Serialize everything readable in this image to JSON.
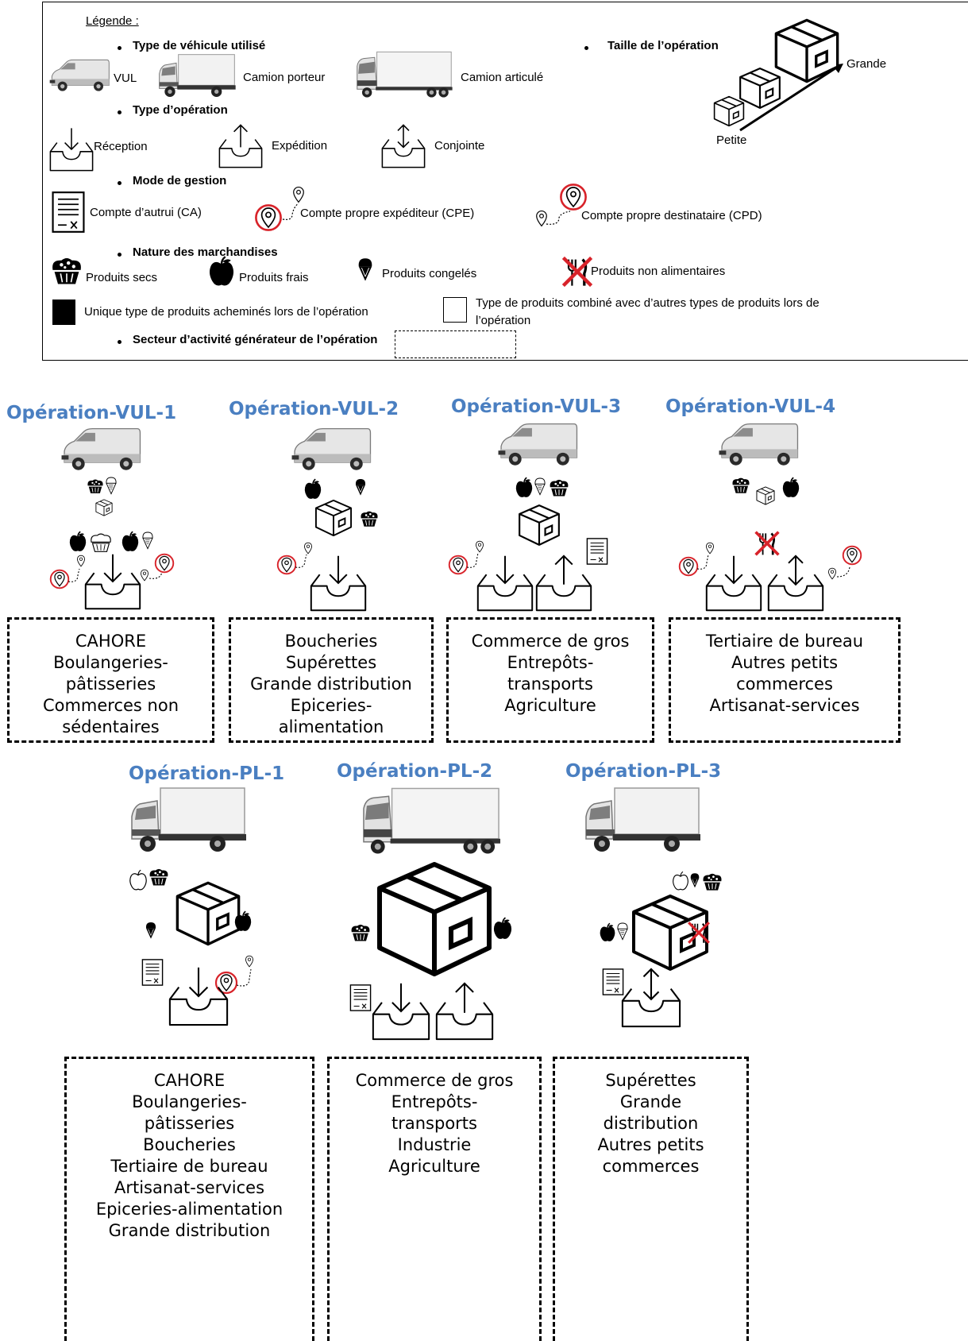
{
  "legend": {
    "title": "Légende :",
    "vehicle_type": {
      "heading": "Type de véhicule utilisé",
      "items": [
        "VUL",
        "Camion porteur",
        "Camion articulé"
      ]
    },
    "operation_size": {
      "heading": "Taille de l’opération",
      "large": "Grande",
      "small": "Petite"
    },
    "operation_type": {
      "heading": "Type d’opération",
      "items": [
        "Réception",
        "Expédition",
        "Conjointe"
      ]
    },
    "management_mode": {
      "heading": "Mode de gestion",
      "items": [
        "Compte d’autrui (CA)",
        "Compte propre expéditeur (CPE)",
        "Compte propre destinataire (CPD)"
      ]
    },
    "goods_nature": {
      "heading": "Nature des marchandises",
      "items": [
        "Produits secs",
        "Produits frais",
        "Produits congelés",
        "Produits non alimentaires"
      ],
      "unique_label": "Unique type de produits acheminés lors de l’opération",
      "combined_label_1": "Type de produits combiné avec d’autres types de produits lors de",
      "combined_label_2": "l’opération"
    },
    "sector": {
      "heading": "Secteur d’activité générateur de l’opération"
    }
  },
  "operations": [
    {
      "title": "Opération-VUL-1",
      "sectors": [
        "CAHORE",
        "Boulangeries-",
        "pâtisseries",
        "Commerces non",
        "sédentaires"
      ]
    },
    {
      "title": "Opération-VUL-2",
      "sectors": [
        "Boucheries",
        "Supérettes",
        "Grande distribution",
        "Epiceries-",
        "alimentation"
      ]
    },
    {
      "title": "Opération-VUL-3",
      "sectors": [
        "Commerce de gros",
        "Entrepôts-",
        "transports",
        "Agriculture"
      ]
    },
    {
      "title": "Opération-VUL-4",
      "sectors": [
        "Tertiaire de bureau",
        "Autres petits",
        "commerces",
        "Artisanat-services"
      ]
    },
    {
      "title": "Opération-PL-1",
      "sectors": [
        "CAHORE",
        "Boulangeries-",
        "pâtisseries",
        "Boucheries",
        "Tertiaire de bureau",
        "Artisanat-services",
        "Epiceries-alimentation",
        "Grande distribution"
      ]
    },
    {
      "title": "Opération-PL-2",
      "sectors": [
        "Commerce de gros",
        "Entrepôts-",
        "transports",
        "Industrie",
        "Agriculture"
      ]
    },
    {
      "title": "Opération-PL-3",
      "sectors": [
        "Supérettes",
        "Grande",
        "distribution",
        "Autres petits",
        "commerces"
      ]
    }
  ],
  "colors": {
    "title_blue": "#4a7fc1",
    "marker_red": "#d8232a",
    "cross_red": "#d8232a"
  }
}
